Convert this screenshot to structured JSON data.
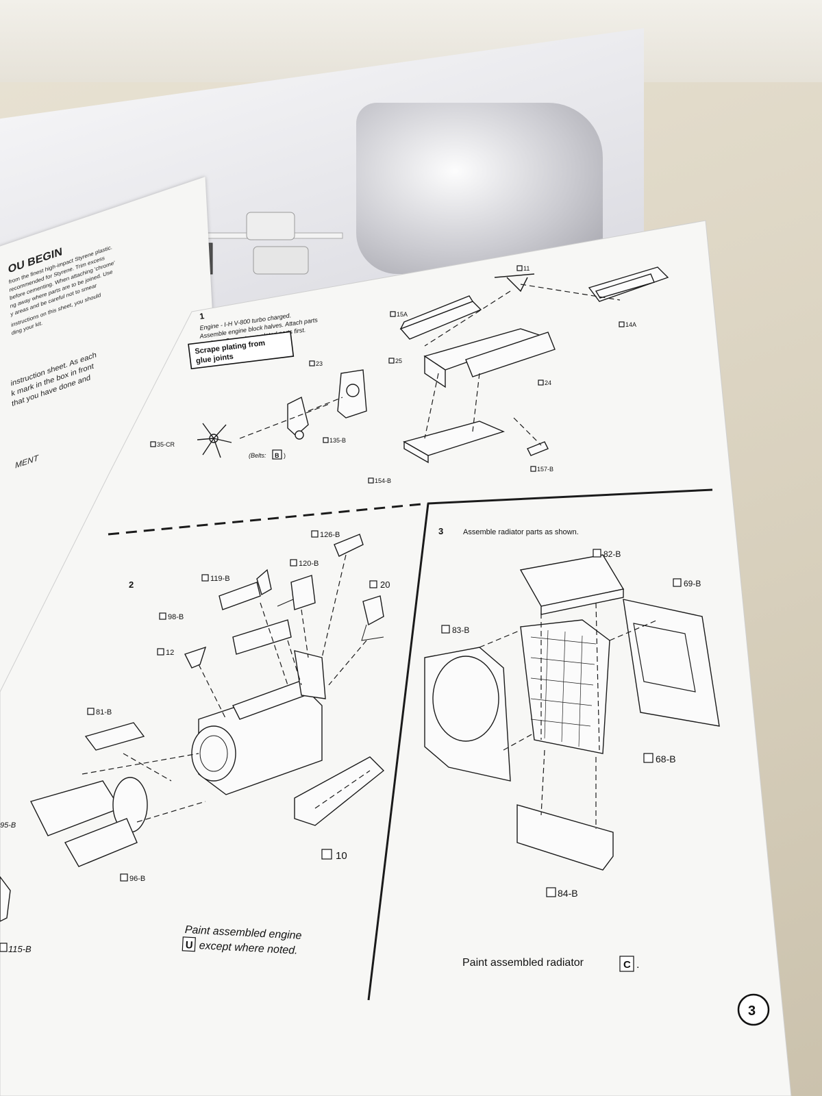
{
  "left_page": {
    "heading": "OU BEGIN",
    "lines": [
      "from the finest high-impact Styrene plastic.",
      "recommended for Styrene. Trim excess",
      "before cementing. When attaching 'chrome'",
      "ng away where parts are to be joined. Use",
      "y areas and be careful not to smear",
      "instructions on this sheet, you should",
      "ding your kit."
    ],
    "para2": [
      "instruction sheet. As each",
      "k mark in the box in front",
      "that you have done and"
    ],
    "label_ment": "MENT"
  },
  "step1": {
    "number": "1",
    "text": [
      "Engine - I-H V-800 turbo charged.",
      "Assemble engine block halves. Attach parts",
      "as show. Cement non-plated parts first."
    ],
    "warning": [
      "Scrape plating from",
      "glue joints"
    ],
    "parts": [
      "11",
      "15A",
      "14A",
      "25",
      "24",
      "23",
      "135-B",
      "35-CR",
      "154-B",
      "157-B"
    ],
    "belts_label": "(Belts:",
    "belts_code": "B",
    "belts_close": ")"
  },
  "step2": {
    "number": "2",
    "parts": [
      "126-B",
      "120-B",
      "119-B",
      "20",
      "98-B",
      "12",
      "81-B",
      "95-B",
      "96-B",
      "10",
      "115-B"
    ],
    "paint_line1": "Paint assembled engine",
    "paint_code": "U",
    "paint_line2": "except where noted."
  },
  "step3": {
    "number": "3",
    "text": "Assemble radiator parts as shown.",
    "parts": [
      "82-B",
      "69-B",
      "83-B",
      "68-B",
      "84-B"
    ],
    "paint_text": "Paint assembled radiator",
    "paint_code": "C",
    "paint_end": "."
  },
  "page_number": "3",
  "colors": {
    "paper": "#f7f7f5",
    "ink": "#1a1a1a",
    "table": "#d8d0bd"
  }
}
